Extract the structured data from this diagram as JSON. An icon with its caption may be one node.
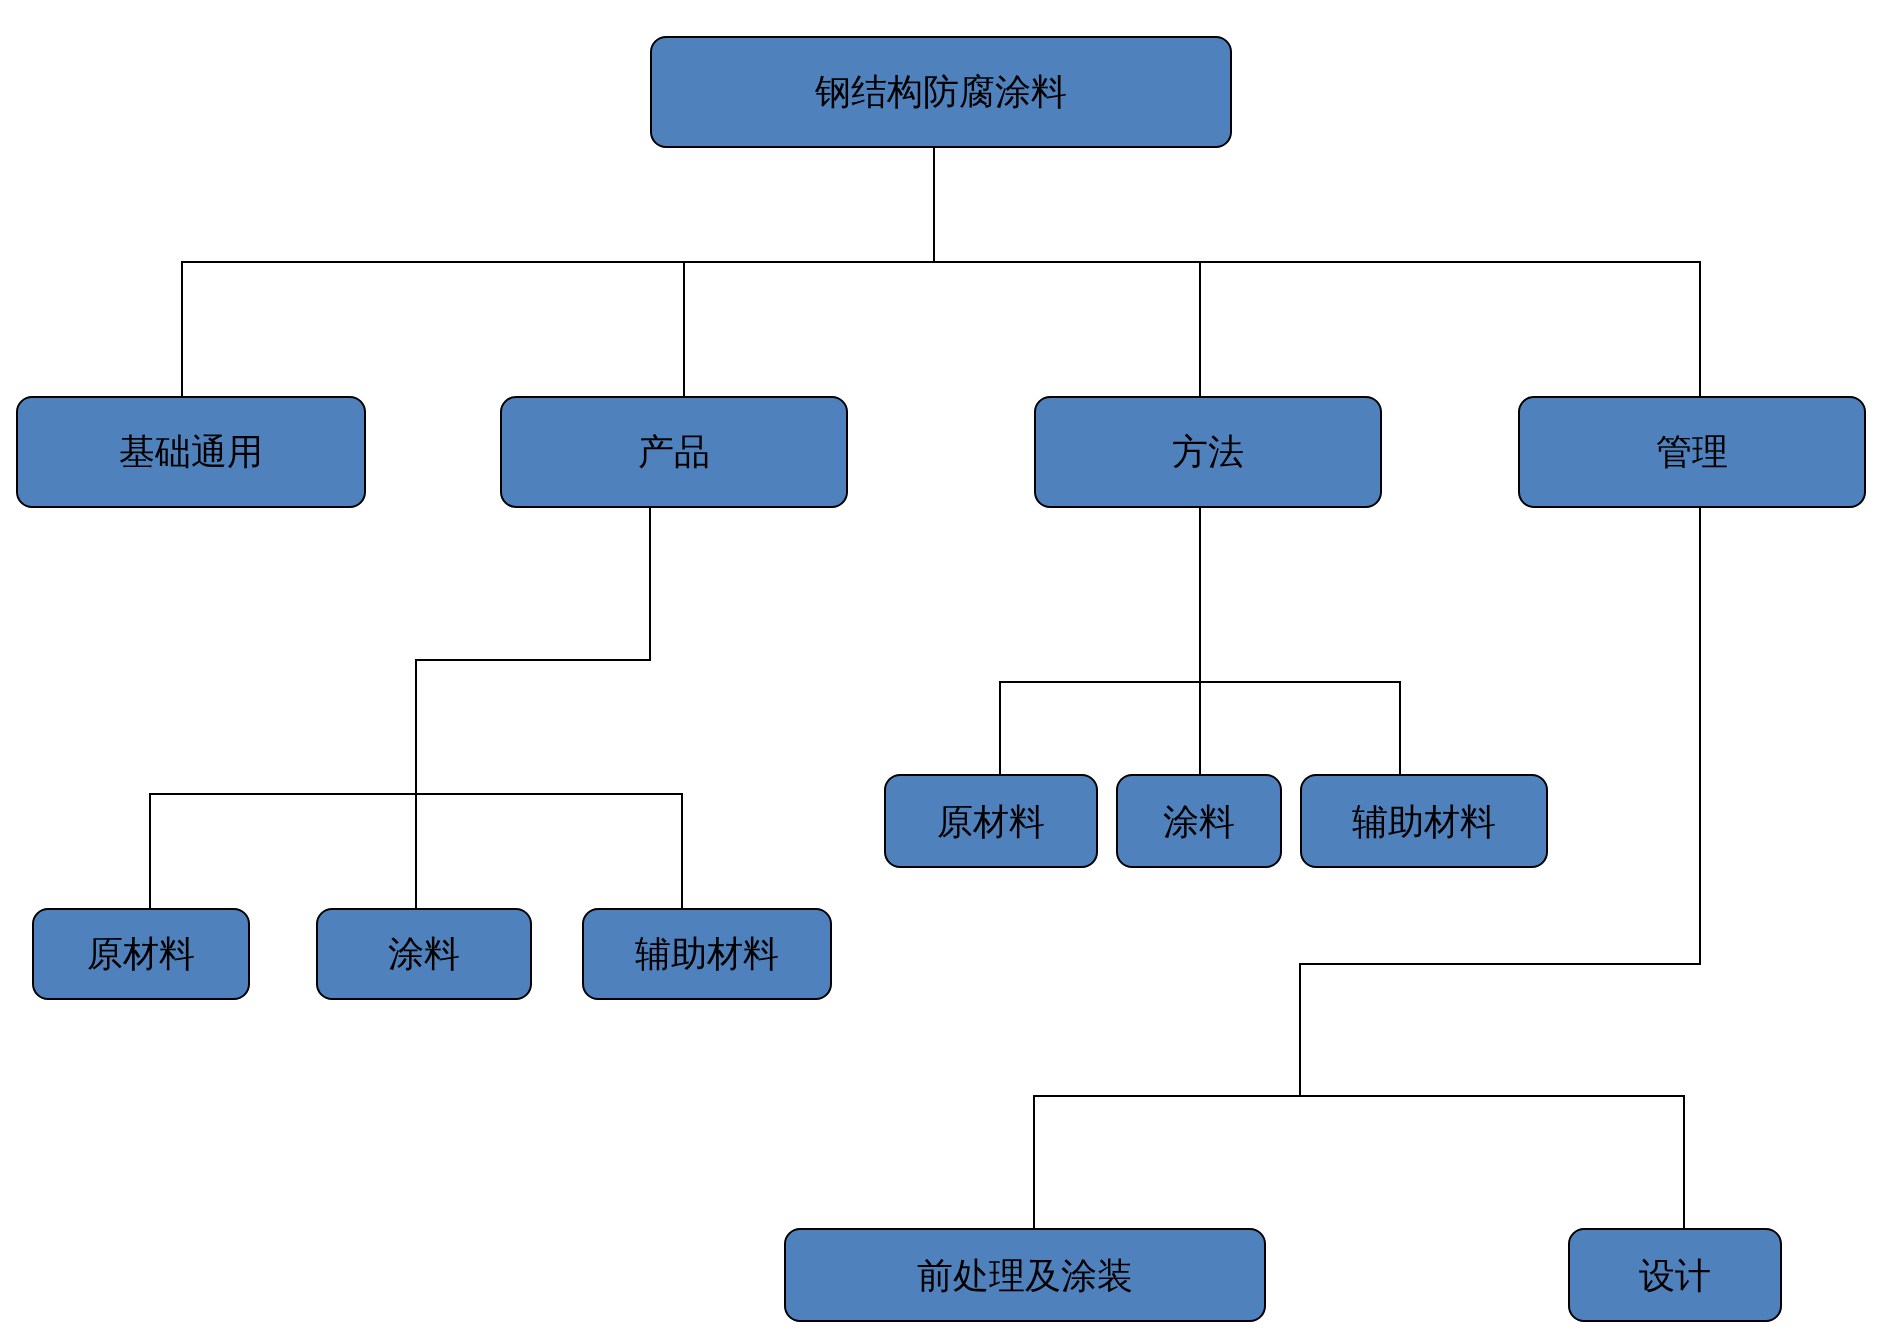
{
  "diagram": {
    "nodes": [
      {
        "text": [
          "钢结构防腐涂料"
        ]
      },
      {
        "text": [
          "基础通用"
        ]
      },
      {
        "text": [
          "产品"
        ]
      },
      {
        "text": [
          "方法"
        ]
      },
      {
        "text": [
          "管理"
        ]
      },
      {
        "text": [
          "原材料"
        ]
      },
      {
        "text": [
          "涂料"
        ]
      },
      {
        "text": [
          "辅助材料"
        ]
      },
      {
        "text": [
          "原材料"
        ]
      },
      {
        "text": [
          "涂料"
        ]
      },
      {
        "text": [
          "辅助材料"
        ]
      },
      {
        "text": [
          "前处理及涂装"
        ]
      },
      {
        "text": [
          "设计"
        ]
      }
    ],
    "edges": [
      {
        "from": 0,
        "to": 1,
        "arrow": "none"
      },
      {
        "from": 0,
        "to": 2,
        "arrow": "none"
      },
      {
        "from": 0,
        "to": 3,
        "arrow": "none"
      },
      {
        "from": 0,
        "to": 4,
        "arrow": "none"
      },
      {
        "from": 2,
        "to": 5,
        "arrow": "none"
      },
      {
        "from": 2,
        "to": 6,
        "arrow": "none"
      },
      {
        "from": 2,
        "to": 7,
        "arrow": "none"
      },
      {
        "from": 3,
        "to": 8,
        "arrow": "none"
      },
      {
        "from": 3,
        "to": 9,
        "arrow": "none"
      },
      {
        "from": 3,
        "to": 10,
        "arrow": "none"
      },
      {
        "from": 4,
        "to": 11,
        "arrow": "none"
      },
      {
        "from": 4,
        "to": 12,
        "arrow": "none"
      }
    ]
  }
}
